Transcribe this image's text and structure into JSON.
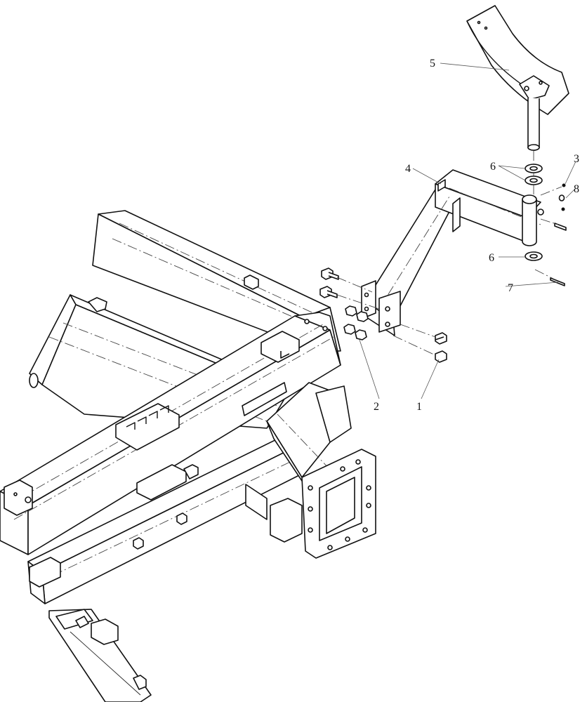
{
  "diagram": {
    "part_labels": [
      {
        "id": "1",
        "text": "1"
      },
      {
        "id": "2",
        "text": "2"
      },
      {
        "id": "3",
        "text": "3"
      },
      {
        "id": "4",
        "text": "4"
      },
      {
        "id": "5",
        "text": "5"
      },
      {
        "id": "6a",
        "text": "6"
      },
      {
        "id": "6b",
        "text": "6"
      },
      {
        "id": "7",
        "text": "7"
      },
      {
        "id": "8",
        "text": "8"
      }
    ]
  }
}
